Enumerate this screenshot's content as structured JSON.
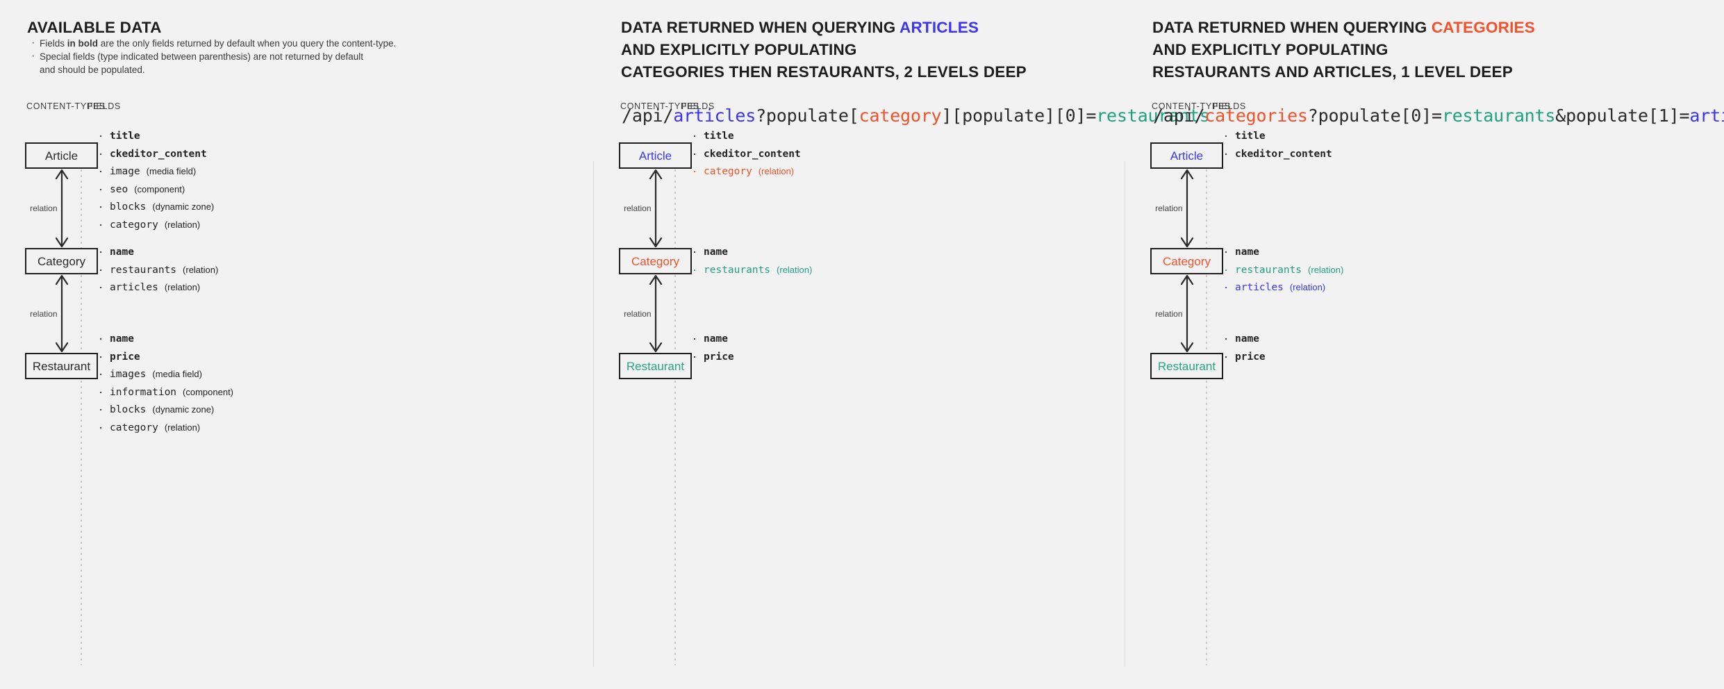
{
  "colors": {
    "background": "#f2f2f2",
    "text": "#232323",
    "articles_blue": "#3b34f2",
    "categories_red": "#f4502a",
    "restaurants_teal": "#21a183",
    "divider": "#c9c9c9"
  },
  "column_labels": {
    "content_types": "CONTENT-TYPES",
    "fields": "FIELDS"
  },
  "relation_label": "relation",
  "panels": [
    {
      "id": "available-data",
      "heading_lines": [
        [
          {
            "text": "AVAILABLE DATA",
            "tone": "plain"
          }
        ]
      ],
      "bullets": [
        {
          "prefix": "Fields ",
          "bold": "in bold",
          "suffix": " are the only fields returned by default when you query the content-type."
        },
        {
          "prefix": "Special fields (type indicated between parenthesis) are not returned by default",
          "bold": "",
          "suffix": ""
        },
        {
          "prefix": "and should be populated.",
          "bold": "",
          "suffix": "",
          "indented": true
        }
      ],
      "api_url": null,
      "entities": [
        {
          "name": "Article",
          "tone": "plain"
        },
        {
          "name": "Category",
          "tone": "plain"
        },
        {
          "name": "Restaurant",
          "tone": "plain"
        }
      ],
      "field_groups": [
        [
          {
            "name": "title",
            "type": "",
            "bold": true,
            "tone": "default"
          },
          {
            "name": "ckeditor_content",
            "type": "",
            "bold": true,
            "tone": "default"
          },
          {
            "name": "image",
            "type": "(media field)",
            "bold": false,
            "tone": "default"
          },
          {
            "name": "seo",
            "type": "(component)",
            "bold": false,
            "tone": "default"
          },
          {
            "name": "blocks",
            "type": "(dynamic zone)",
            "bold": false,
            "tone": "default"
          },
          {
            "name": "category",
            "type": "(relation)",
            "bold": false,
            "tone": "default"
          }
        ],
        [
          {
            "name": "name",
            "type": "",
            "bold": true,
            "tone": "default"
          },
          {
            "name": "restaurants",
            "type": "(relation)",
            "bold": false,
            "tone": "default"
          },
          {
            "name": "articles",
            "type": "(relation)",
            "bold": false,
            "tone": "default"
          }
        ],
        [
          {
            "name": "name",
            "type": "",
            "bold": true,
            "tone": "default"
          },
          {
            "name": "price",
            "type": "",
            "bold": true,
            "tone": "default"
          },
          {
            "name": "images",
            "type": "(media field)",
            "bold": false,
            "tone": "default"
          },
          {
            "name": "information",
            "type": "(component)",
            "bold": false,
            "tone": "default"
          },
          {
            "name": "blocks",
            "type": "(dynamic zone)",
            "bold": false,
            "tone": "default"
          },
          {
            "name": "category",
            "type": "(relation)",
            "bold": false,
            "tone": "default"
          }
        ]
      ]
    },
    {
      "id": "querying-articles",
      "heading_lines": [
        [
          {
            "text": "DATA RETURNED WHEN QUERYING ",
            "tone": "plain"
          },
          {
            "text": "ARTICLES",
            "tone": "blue"
          }
        ],
        [
          {
            "text": "AND EXPLICITLY POPULATING",
            "tone": "plain"
          }
        ],
        [
          {
            "text": "CATEGORIES THEN RESTAURANTS, 2 LEVELS DEEP",
            "tone": "plain"
          }
        ]
      ],
      "bullets": [],
      "api_url": [
        {
          "text": "/api/",
          "tone": "plain"
        },
        {
          "text": "articles",
          "tone": "blue"
        },
        {
          "text": "?populate[",
          "tone": "plain"
        },
        {
          "text": "category",
          "tone": "red"
        },
        {
          "text": "][populate][0]=",
          "tone": "plain"
        },
        {
          "text": "restaurants",
          "tone": "teal"
        }
      ],
      "entities": [
        {
          "name": "Article",
          "tone": "blue"
        },
        {
          "name": "Category",
          "tone": "red"
        },
        {
          "name": "Restaurant",
          "tone": "teal"
        }
      ],
      "field_groups": [
        [
          {
            "name": "title",
            "type": "",
            "bold": true,
            "tone": "default"
          },
          {
            "name": "ckeditor_content",
            "type": "",
            "bold": true,
            "tone": "default"
          },
          {
            "name": "category",
            "type": "(relation)",
            "bold": false,
            "tone": "red"
          }
        ],
        [
          {
            "name": "name",
            "type": "",
            "bold": true,
            "tone": "default"
          },
          {
            "name": "restaurants",
            "type": "(relation)",
            "bold": false,
            "tone": "teal"
          }
        ],
        [
          {
            "name": "name",
            "type": "",
            "bold": true,
            "tone": "default"
          },
          {
            "name": "price",
            "type": "",
            "bold": true,
            "tone": "default"
          }
        ]
      ]
    },
    {
      "id": "querying-categories",
      "heading_lines": [
        [
          {
            "text": "DATA RETURNED WHEN QUERYING ",
            "tone": "plain"
          },
          {
            "text": "CATEGORIES",
            "tone": "red"
          }
        ],
        [
          {
            "text": "AND EXPLICITLY POPULATING",
            "tone": "plain"
          }
        ],
        [
          {
            "text": "RESTAURANTS AND ARTICLES, 1 LEVEL DEEP",
            "tone": "plain"
          }
        ]
      ],
      "bullets": [],
      "api_url": [
        {
          "text": "/api/",
          "tone": "plain"
        },
        {
          "text": "categories",
          "tone": "red"
        },
        {
          "text": "?populate[0]=",
          "tone": "plain"
        },
        {
          "text": "restaurants",
          "tone": "teal"
        },
        {
          "text": "&populate[1]=",
          "tone": "plain"
        },
        {
          "text": "articles",
          "tone": "blue"
        }
      ],
      "entities": [
        {
          "name": "Article",
          "tone": "blue"
        },
        {
          "name": "Category",
          "tone": "red"
        },
        {
          "name": "Restaurant",
          "tone": "teal"
        }
      ],
      "field_groups": [
        [
          {
            "name": "title",
            "type": "",
            "bold": true,
            "tone": "default"
          },
          {
            "name": "ckeditor_content",
            "type": "",
            "bold": true,
            "tone": "default"
          }
        ],
        [
          {
            "name": "name",
            "type": "",
            "bold": true,
            "tone": "default"
          },
          {
            "name": "restaurants",
            "type": "(relation)",
            "bold": false,
            "tone": "teal"
          },
          {
            "name": "articles",
            "type": "(relation)",
            "bold": false,
            "tone": "blue"
          }
        ],
        [
          {
            "name": "name",
            "type": "",
            "bold": true,
            "tone": "default"
          },
          {
            "name": "price",
            "type": "",
            "bold": true,
            "tone": "default"
          }
        ]
      ]
    }
  ]
}
